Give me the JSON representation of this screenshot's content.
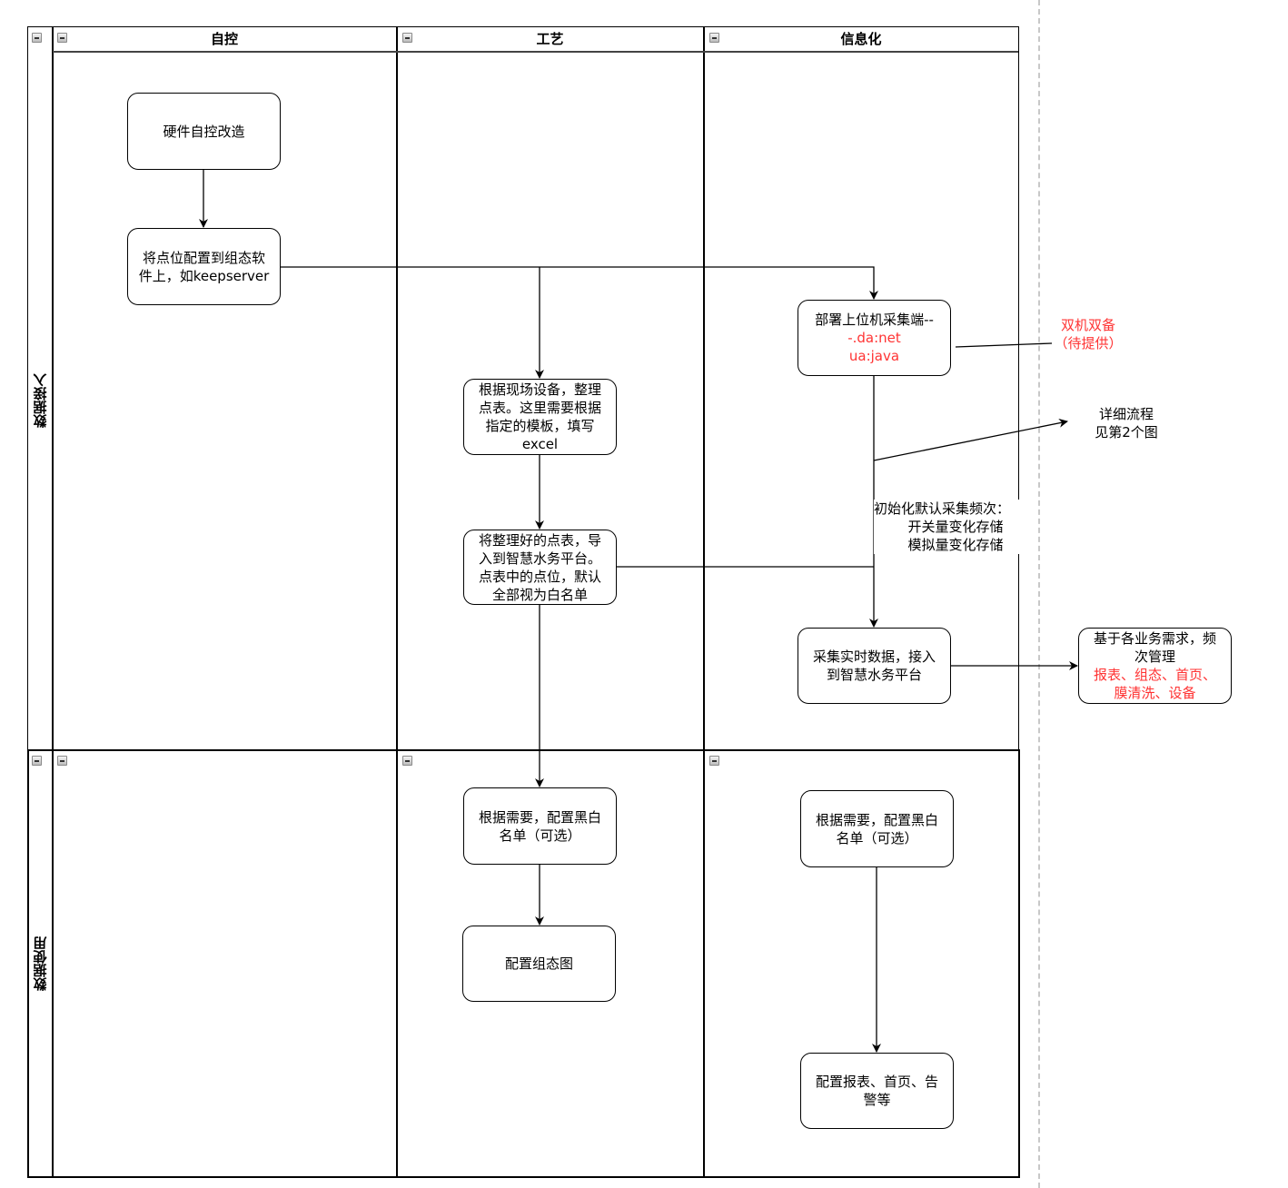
{
  "diagram": {
    "columns": [
      {
        "id": "zikong",
        "label": "自控"
      },
      {
        "id": "gongyi",
        "label": "工艺"
      },
      {
        "id": "xinxihua",
        "label": "信息化"
      }
    ],
    "rows": [
      {
        "id": "data-access",
        "label": "数据接入"
      },
      {
        "id": "data-usage",
        "label": "数据使用"
      }
    ],
    "nodes": {
      "hardware_retrofit": {
        "lines": [
          "硬件自控改造"
        ]
      },
      "config_points": {
        "lines": [
          "将点位配置到组态软",
          "件上，如keepserver"
        ]
      },
      "deploy_collector": {
        "lines": [
          "部署上位机采集端--"
        ],
        "red_lines": [
          "-.da:net",
          "ua:java"
        ]
      },
      "organize_points": {
        "lines": [
          "根据现场设备，整理",
          "点表。这里需要根据",
          "指定的模板，填写",
          "excel"
        ]
      },
      "import_points": {
        "lines": [
          "将整理好的点表，导",
          "入到智慧水务平台。",
          "点表中的点位，默认",
          "全部视为白名单"
        ]
      },
      "collect_realtime": {
        "lines": [
          "采集实时数据，接入",
          "到智慧水务平台"
        ]
      },
      "frequency_mgmt": {
        "lines": [
          "基于各业务需求，频",
          "次管理"
        ],
        "red_lines": [
          "报表、组态、首页、",
          "膜清洗、设备"
        ]
      },
      "whitelist_gongyi": {
        "lines": [
          "根据需要，配置黑白",
          "名单（可选）"
        ]
      },
      "config_scada": {
        "lines": [
          "配置组态图"
        ]
      },
      "whitelist_xinxihua": {
        "lines": [
          "根据需要，配置黑白",
          "名单（可选）"
        ]
      },
      "config_reports": {
        "lines": [
          "配置报表、首页、告",
          "警等"
        ]
      }
    },
    "annotations": {
      "dual_machine": {
        "lines": [
          "双机双备",
          "（待提供）"
        ],
        "color": "#ff3333"
      },
      "detail_flow": {
        "lines": [
          "详细流程",
          "见第2个图"
        ]
      },
      "default_frequency": {
        "lines": [
          "初始化默认采集频次：",
          "开关量变化存储",
          "模拟量变化存储"
        ]
      }
    },
    "colors": {
      "stroke": "#000000",
      "highlight_text": "#ff3333",
      "guide_line": "#c8c8c8",
      "background": "#ffffff"
    }
  }
}
